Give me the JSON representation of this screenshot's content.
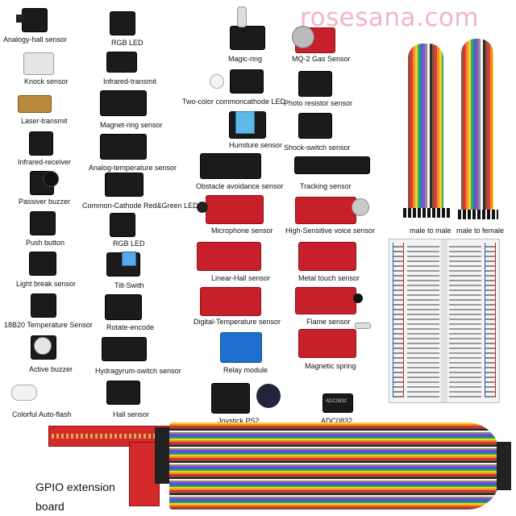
{
  "watermark": "rosesana.com",
  "labels": {
    "analogy_hall": "Analogy-hall sensor",
    "rgb_led_1": "RGB LED",
    "magic_ring": "Magic-ring",
    "mq2": "MQ-2 Gas Sensor",
    "knock": "Knock sensor",
    "ir_transmit": "Infrared-transmit",
    "two_color": "Two-color commoncathode LED",
    "photo_resistor": "Photo resistor sensor",
    "laser": "Laser-transmit",
    "magnet_ring": "Magnet-ring sensor",
    "humiture": "Humiture sensor",
    "shock": "Shock-switch sensor",
    "ir_receiver": "Infrared-receiver",
    "analog_temp": "Analog-temperature sensor",
    "obstacle": "Obstacle avoidance sensor",
    "tracking": "Tracking sensor",
    "passive_buzzer": "Passiver buzzer",
    "common_cathode": "Common-Cathode Red&Green LED",
    "microphone": "Microphone sensor",
    "high_sensitive": "High-Sensitive voice sensor",
    "push_button": "Push button",
    "rgb_led_2": "RGB LED",
    "light_break": "Light break sensor",
    "tilt": "Tilt-Swith",
    "linear_hall": "Linear-Hall sensor",
    "metal_touch": "Metal touch sensor",
    "ds18b20": "18B20 Temperature Sensor",
    "rotate": "Rotate-encode",
    "digital_temp": "Digital-Temperature sensor",
    "flame": "Flame sensor",
    "active_buzzer": "Active buzzer",
    "hydrargyrum": "Hydragyrum-switch sensor",
    "relay": "Relay module",
    "magnetic_spring": "Magnetic spring",
    "auto_flash": "Colorful Auto-flash",
    "hall": "Hall sensor",
    "joystick": "Joystick PS2",
    "adc": "ADC0832",
    "male_male": "male to male",
    "male_female": "male to female",
    "gpio_line1": "GPIO extension",
    "gpio_line2": "board"
  },
  "chip_text": "ADC0832",
  "colors": {
    "module_black": "#1b1b1b",
    "module_red": "#c8202a",
    "pcb_blue": "#1e6fd0",
    "watermark": "#f3b3c6"
  }
}
